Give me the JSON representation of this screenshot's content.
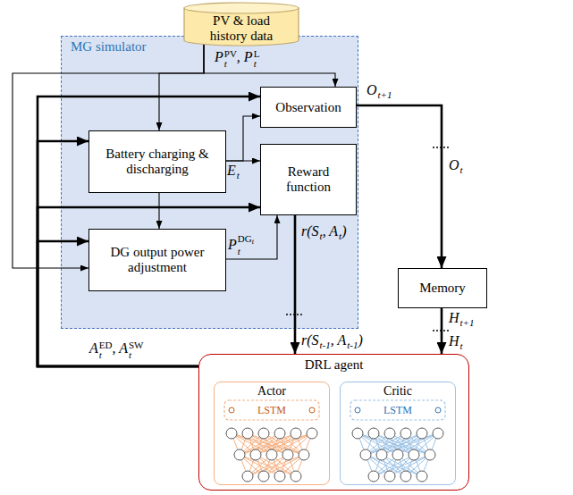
{
  "diagram": {
    "nodes": [
      {
        "text": [
          "PV & load history data"
        ]
      },
      {
        "text": [
          "MG simulator"
        ]
      },
      {
        "text": [
          "Observation"
        ],
        "in": 1
      },
      {
        "text": [
          "Battery charging & discharging"
        ],
        "in": 1
      },
      {
        "text": [
          "Reward function"
        ],
        "in": 1
      },
      {
        "text": [
          "DG output power adjustment"
        ],
        "in": 1
      },
      {
        "text": [
          "Memory"
        ]
      },
      {
        "text": [
          "DRL agent"
        ]
      },
      {
        "text": [
          "Actor",
          "LSTM"
        ],
        "in": 7
      },
      {
        "text": [
          "Critic",
          "LSTM"
        ],
        "in": 7
      }
    ],
    "edges": [
      {
        "from": 0,
        "to": 2,
        "arrow": "to"
      },
      {
        "from": 0,
        "to": 3,
        "arrow": "to"
      },
      {
        "from": 0,
        "to": 5,
        "arrow": "to"
      },
      {
        "from": 3,
        "to": 5,
        "arrow": "to"
      },
      {
        "from": 3,
        "to": 2,
        "arrow": "to"
      },
      {
        "from": 3,
        "to": 4,
        "arrow": "to"
      },
      {
        "from": 5,
        "to": 4,
        "arrow": "to"
      },
      {
        "from": 2,
        "to": 6,
        "arrow": "to"
      },
      {
        "from": 4,
        "to": 7,
        "arrow": "to"
      },
      {
        "from": 6,
        "to": 7,
        "arrow": "to"
      },
      {
        "from": 7,
        "to": 2,
        "arrow": "to"
      },
      {
        "from": 7,
        "to": 3,
        "arrow": "to"
      },
      {
        "from": 7,
        "to": 4,
        "arrow": "to"
      },
      {
        "from": 7,
        "to": 5,
        "arrow": "to"
      }
    ],
    "labels": [
      "P",
      "PV",
      "t",
      ", P",
      "L",
      "t",
      "E",
      "t",
      "P",
      "DG",
      "t",
      "t",
      "O",
      "t+1",
      "O",
      "t",
      "r(S",
      "t",
      ", A",
      "t",
      ")",
      "r(S",
      "t-1",
      ", A",
      "t-1",
      ")",
      "H",
      "t+1",
      "H",
      "t",
      "A",
      "ED",
      "t",
      ", A",
      "SW",
      "t"
    ]
  }
}
